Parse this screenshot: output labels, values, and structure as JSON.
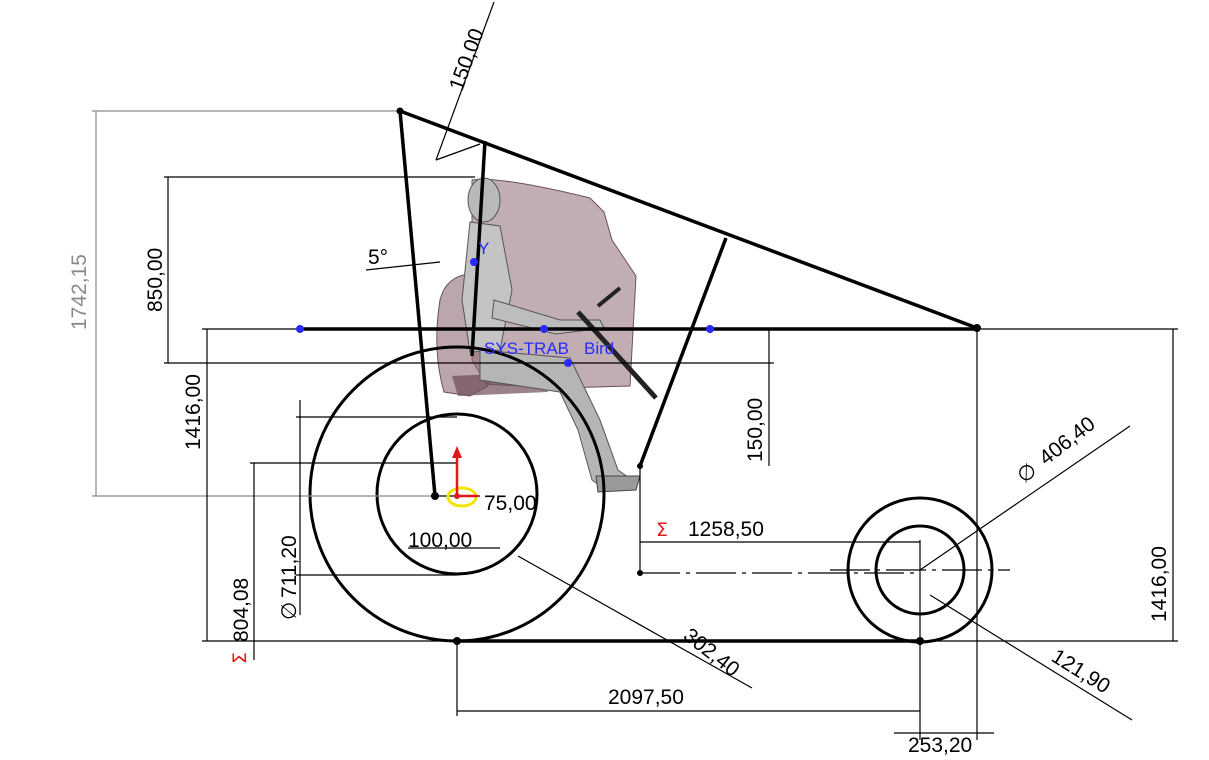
{
  "dimensions": {
    "overall_height_gray": "1742,15",
    "roof_offset": "150,00",
    "seat_height": "850,00",
    "frame_height_left": "1416,00",
    "frame_height_right": "1416,00",
    "seat_to_floor": "150,00",
    "recline_angle": "5°",
    "hub_offset": "75,00",
    "hub_width": "100,00",
    "front_hub_diameter": "711,20",
    "front_wheel_center": "804,08",
    "front_wheel_radius": "302,40",
    "wheelbase": "2097,50",
    "rear_overhang": "253,20",
    "front_to_rear_axle": "1258,50",
    "rear_wheel_diameter": "406,40",
    "rear_hub_radius": "121,90"
  },
  "labels": {
    "coord_sys": "SYS-TRAB",
    "coord_suffix": "Bird",
    "y_axis": "Y",
    "sigma_symbol": "Σ",
    "diameter_symbol": "∅"
  },
  "colors": {
    "line": "#000000",
    "gray_dim": "#8a8a8a",
    "blue_points": "#2a2aff",
    "seat_fill": "#8e6b73",
    "origin_red": "#e01818",
    "origin_yellow": "#f2e600"
  }
}
